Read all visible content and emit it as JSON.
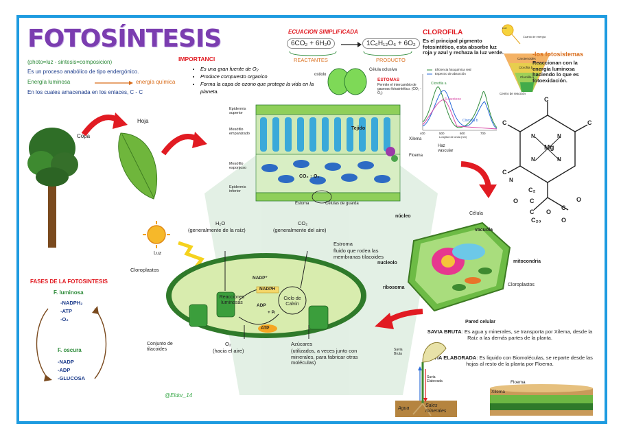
{
  "header": {
    "title": "FOTOSÍNTESIS",
    "etymology": "(photo=luz - sintesis=composicion)",
    "definition": "Es un proceso anabólico de tipo endergónico.",
    "energy_from": "Energía luminosa",
    "energy_to": "energía química",
    "storage": "En los cuales amacenada en los enlaces, C - C"
  },
  "importance": {
    "heading": "IMPORTANCI",
    "items": [
      "Es una gran fuente de O₂",
      "Produce compuesto organico",
      "Forma la capa de ozono que protege la vida en la planeta."
    ]
  },
  "equation": {
    "heading": "ECUACION SIMPLIFICADA",
    "reactants": "6CO₂ + 6H₂0",
    "products": "1C₆H₁₂O₆ + 6O₂",
    "reactants_label": "REACTANTES",
    "products_label": "PRODUCTO"
  },
  "chlorophyll": {
    "heading": "CLOROFILA",
    "text": "Es el principal pigmento fotosintético, esta absorbe luz roja y azul y rechaza la luz verde.",
    "legend_1": "Eficiencia fotoquímica real",
    "legend_2": "Espectro de absorción",
    "curve_a": "Clorofila a",
    "curve_b": "Clorofila b",
    "curve_c": "β-caroteno",
    "axis_ticks": [
      "400",
      "500",
      "600",
      "700"
    ],
    "axis_label": "Longitud de onda (nm)"
  },
  "photosystems": {
    "heading": "-los fotosistemas",
    "text": "Reaccionan con la energía luminosa haciendo lo que es fotoexidación.",
    "funnel_labels": [
      "Carotenoides",
      "Clorofila b",
      "Clorofila a",
      "Centro de reacción"
    ],
    "sun": "Luz",
    "light_label": "Cuanto de energía"
  },
  "plant": {
    "crown": "Copa",
    "leaf": "Hoja"
  },
  "leaf_section": {
    "ostiolo": "ostiolo",
    "occlusive": "Célula oclusiva",
    "stomata": "ESTOMAS",
    "stomata_text": "Permite el intercambio de gaseoso fotosintético. (CO₂ - O₂)",
    "epi_sup": "Epidermis superior",
    "meso_emp": "Mesófilo empanizado",
    "meso_esp": "Mesófilo esponjoso",
    "epi_inf": "Epidermis inferior",
    "tissue": "Tejido",
    "xylem": "Xilema",
    "phloem": "Floema",
    "bundle": "Haz vascular",
    "co2o2": "CO₂ ↕ O₂",
    "estoma": "Estoma",
    "guard": "Células de guarda"
  },
  "molecule": {
    "metal": "Mg",
    "atoms": [
      "C",
      "C",
      "C",
      "C",
      "N",
      "N",
      "N",
      "N",
      "N",
      "C₂",
      "C",
      "O",
      "C",
      "O",
      "C₂₀",
      "C",
      "O",
      "O"
    ]
  },
  "cell": {
    "title": "Célula",
    "nucleus": "núcleo",
    "vacuole": "vacuola",
    "nucleolus": "nucleolo",
    "mitochondria": "mitocondria",
    "ribosome": "ribosoma",
    "chloroplasts": "Cloroplastos",
    "wall": "Pared celular"
  },
  "chloroplast": {
    "light": "Luz",
    "h2o": "H₂O",
    "h2o_src": "(generalmente de la raíz)",
    "co2": "CO₂",
    "co2_src": "(generalmente del aire)",
    "stroma": "Estroma",
    "stroma_text": "fluido que rodea las membranas tilacoides",
    "label": "Cloroplastos",
    "light_reactions": "Reacciones luminosas",
    "nadp_plus": "NADP⁺",
    "nadph": "NADPH",
    "adp": "ADP",
    "pi": "+ Pᵢ",
    "atp": "ATP",
    "calvin": "Ciclo de Calvin",
    "thylakoids": "Conjunto de tilacoides",
    "o2": "O₂",
    "o2_dest": "(hacia el aire)",
    "sugars": "Azúcares",
    "sugars_text": "(utilizados, a veces junto con minerales, para fabricar otras moléculas)"
  },
  "phases": {
    "heading": "FASES DE LA FOTOSINTESIS",
    "light_phase": "F. luminosa",
    "light_items": [
      "-NADPH₂",
      "-ATP",
      "-O₂"
    ],
    "dark_phase": "F. oscura",
    "dark_items": [
      "-NADP",
      "-ADP",
      "-GLUCOSA"
    ]
  },
  "sap": {
    "raw_title": "SAVIA BRUTA",
    "raw_text": ": Es agua y minerales, se transporta por Xilema, desde la Raíz a las demás partes de la planta.",
    "elab_title": "SAVIA ELABORADA",
    "elab_text": ": Es liquido con Biomoléculas, se reparte desde las hojas al resto de la planta por Floema.",
    "raw_label": "Savia Bruta",
    "elab_label": "Savia Elaborada",
    "water": "Agua",
    "minerals": "Sales minerales",
    "phloem": "Floema",
    "xylem": "Xilema"
  },
  "signature": "@Eldor_14"
}
